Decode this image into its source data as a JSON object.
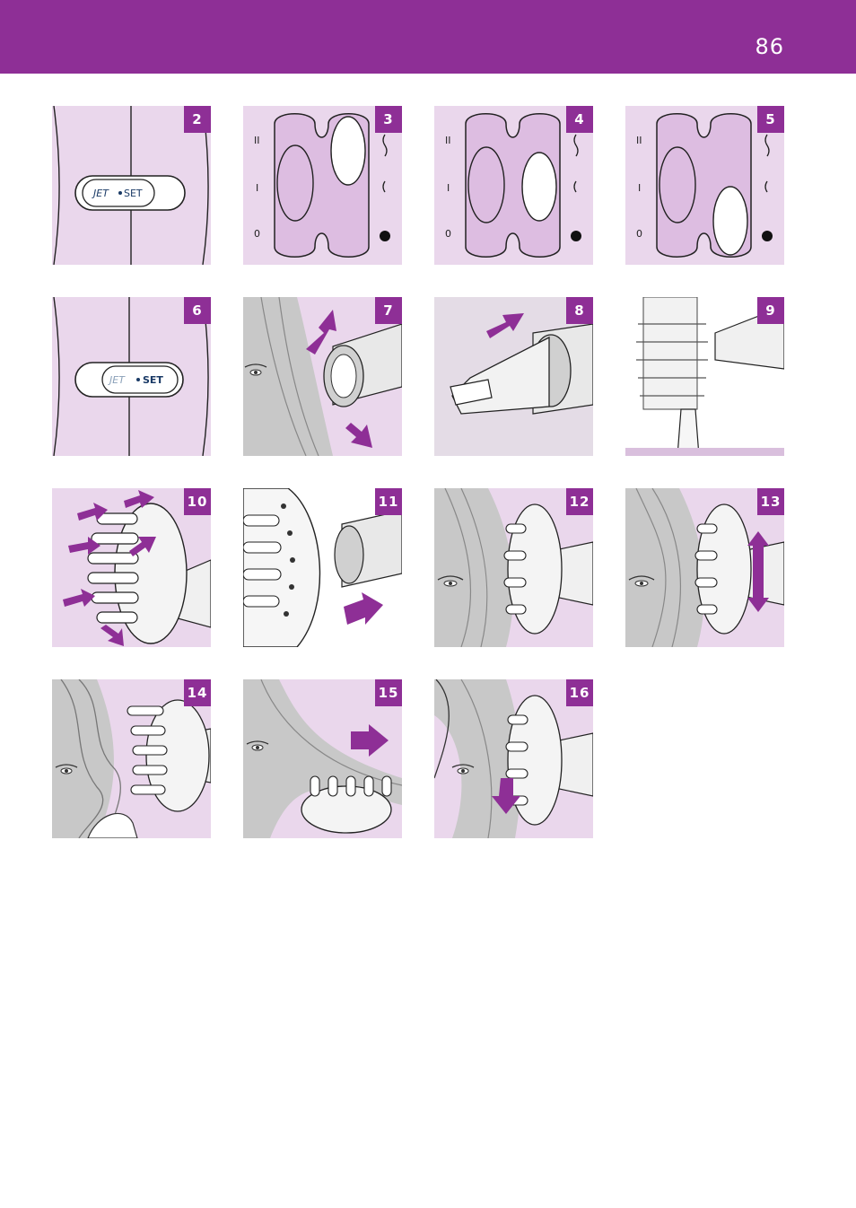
{
  "header": {
    "page_number": "86",
    "color": "#8e2f96"
  },
  "panel_color": "#ead7ec",
  "panels": [
    {
      "number": "2"
    },
    {
      "number": "3"
    },
    {
      "number": "4"
    },
    {
      "number": "5"
    },
    {
      "number": "6"
    },
    {
      "number": "7"
    },
    {
      "number": "8"
    },
    {
      "number": "9"
    },
    {
      "number": "10"
    },
    {
      "number": "11"
    },
    {
      "number": "12"
    },
    {
      "number": "13"
    },
    {
      "number": "14"
    },
    {
      "number": "15"
    },
    {
      "number": "16"
    }
  ],
  "switch_label": {
    "jet": "JET",
    "set": "SET"
  },
  "speed_labels": {
    "high": "II",
    "low": "I",
    "off": "0"
  }
}
